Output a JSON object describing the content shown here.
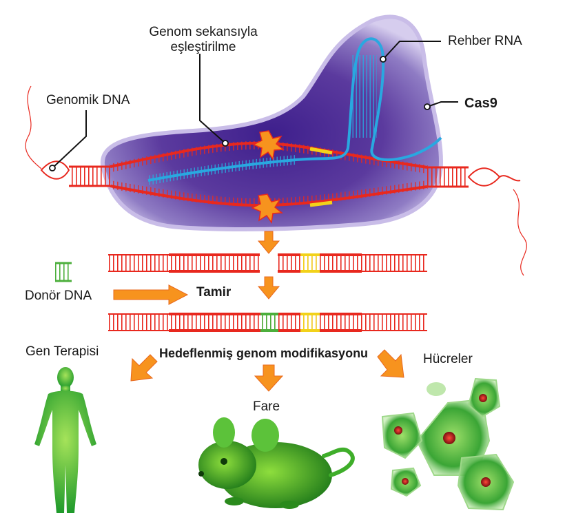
{
  "labels": {
    "genome_match": "Genom sekansıyla eşleştirilme",
    "guide_rna": "Rehber RNA",
    "genomic_dna": "Genomik DNA",
    "cas9": "Cas9",
    "donor_dna": "Donör DNA",
    "repair": "Tamir",
    "gene_therapy": "Gen Terapisi",
    "targeted_modification": "Hedeflenmiş genom modifikasyonu",
    "cells": "Hücreler",
    "mouse": "Fare"
  },
  "colors": {
    "dna_red": "#e8281e",
    "rna_blue": "#29a8e0",
    "cas9_purple": "#5b3a9e",
    "yellow_segment": "#f2d21a",
    "green_segment": "#4caf3c",
    "arrow_orange": "#f7931e",
    "organism_green": "#3fbf2a",
    "nucleus_red": "#b3141a"
  },
  "icons": {
    "cut_site": "starburst-icon",
    "human": "human-silhouette",
    "mouse": "mouse-figure",
    "cells": "cell-cluster"
  }
}
